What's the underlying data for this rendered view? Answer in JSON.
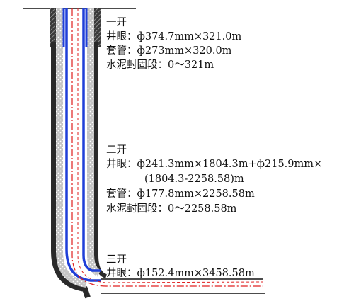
{
  "sections": [
    {
      "title": "一开",
      "lines": [
        "井眼：ф374.7mm×321.0m",
        "套管：ф273mm×320.0m",
        "水泥封固段：0～321m"
      ]
    },
    {
      "title": "二开",
      "lines": [
        "井眼：ф241.3mm×1804.3m+ф215.9mm×",
        "(1804.3-2258.58)m",
        "套管：ф177.8mm×2258.58m",
        "水泥封固段：0～2258.58m"
      ]
    },
    {
      "title": "三开",
      "lines": [
        "井眼：ф152.4mm×3458.58m"
      ]
    }
  ],
  "colors": {
    "casing": "#1f3fd8",
    "cement": "#b8b8b8",
    "formation": "#2a2a2a",
    "centerline": "#e02020",
    "background": "#ffffff"
  }
}
